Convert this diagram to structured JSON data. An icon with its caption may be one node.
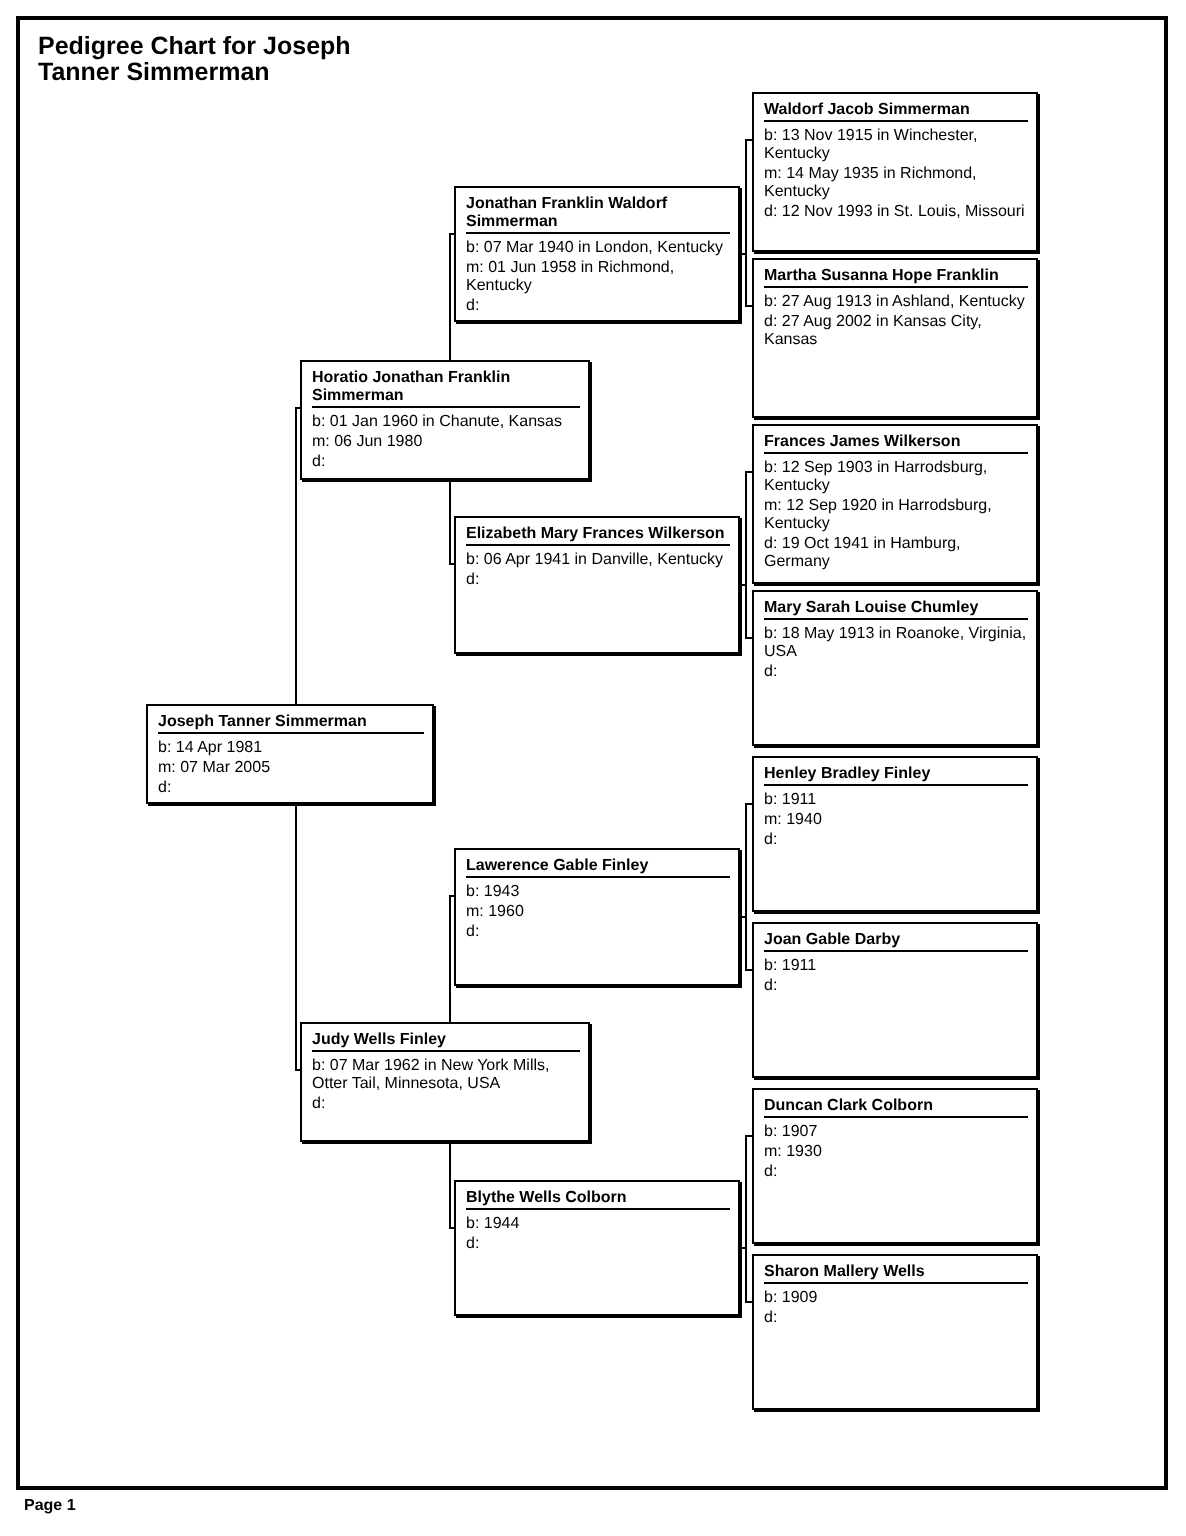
{
  "diagram": {
    "title": "Pedigree Chart for Joseph Tanner Simmerman",
    "nodes": [
      {
        "text": [
          "Joseph Tanner Simmerman",
          "b: 14 Apr 1981",
          "m: 07 Mar 2005",
          "d:"
        ]
      },
      {
        "text": [
          "Horatio Jonathan Franklin Simmerman",
          "b: 01 Jan 1960 in Chanute, Kansas",
          "m: 06 Jun 1980",
          "d:"
        ]
      },
      {
        "text": [
          "Jonathan Franklin Waldorf Simmerman",
          "b: 07 Mar 1940 in London, Kentucky",
          "m: 01 Jun 1958 in Richmond, Kentucky",
          "d:"
        ]
      },
      {
        "text": [
          "Waldorf Jacob Simmerman",
          "b: 13 Nov 1915 in Winchester, Kentucky",
          "m: 14 May 1935 in Richmond, Kentucky",
          "d: 12 Nov 1993 in St. Louis, Missouri"
        ]
      },
      {
        "text": [
          "Martha Susanna Hope Franklin",
          "b: 27 Aug 1913 in Ashland, Kentucky",
          "d: 27 Aug 2002 in Kansas City, Kansas"
        ]
      },
      {
        "text": [
          "Elizabeth Mary Frances Wilkerson",
          "b: 06 Apr 1941 in Danville, Kentucky",
          "d:"
        ]
      },
      {
        "text": [
          "Frances James Wilkerson",
          "b: 12 Sep 1903 in Harrodsburg, Kentucky",
          "m: 12 Sep 1920 in Harrodsburg, Kentucky",
          "d: 19 Oct 1941 in Hamburg, Germany"
        ]
      },
      {
        "text": [
          "Mary Sarah Louise Chumley",
          "b: 18 May 1913 in Roanoke, Virginia, USA",
          "d:"
        ]
      },
      {
        "text": [
          "Judy Wells Finley",
          "b: 07 Mar 1962 in New York Mills, Otter Tail, Minnesota, USA",
          "d:"
        ]
      },
      {
        "text": [
          "Lawerence Gable Finley",
          "b: 1943",
          "m: 1960",
          "d:"
        ]
      },
      {
        "text": [
          "Henley Bradley Finley",
          "b: 1911",
          "m: 1940",
          "d:"
        ]
      },
      {
        "text": [
          "Joan Gable Darby",
          "b: 1911",
          "d:"
        ]
      },
      {
        "text": [
          "Blythe Wells Colborn",
          "b: 1944",
          "d:"
        ]
      },
      {
        "text": [
          "Duncan Clark Colborn",
          "b: 1907",
          "m: 1930",
          "d:"
        ]
      },
      {
        "text": [
          "Sharon Mallery Wells",
          "b: 1909",
          "d:"
        ]
      }
    ],
    "edges": [
      {
        "from": 0,
        "to": 1,
        "arrow": "none"
      },
      {
        "from": 0,
        "to": 8,
        "arrow": "none"
      },
      {
        "from": 1,
        "to": 2,
        "arrow": "none"
      },
      {
        "from": 1,
        "to": 5,
        "arrow": "none"
      },
      {
        "from": 2,
        "to": 3,
        "arrow": "none"
      },
      {
        "from": 2,
        "to": 4,
        "arrow": "none"
      },
      {
        "from": 5,
        "to": 6,
        "arrow": "none"
      },
      {
        "from": 5,
        "to": 7,
        "arrow": "none"
      },
      {
        "from": 8,
        "to": 9,
        "arrow": "none"
      },
      {
        "from": 8,
        "to": 12,
        "arrow": "none"
      },
      {
        "from": 9,
        "to": 10,
        "arrow": "none"
      },
      {
        "from": 9,
        "to": 11,
        "arrow": "none"
      },
      {
        "from": 12,
        "to": 13,
        "arrow": "none"
      },
      {
        "from": 12,
        "to": 14,
        "arrow": "none"
      }
    ],
    "labels": [
      "Page 1"
    ]
  }
}
